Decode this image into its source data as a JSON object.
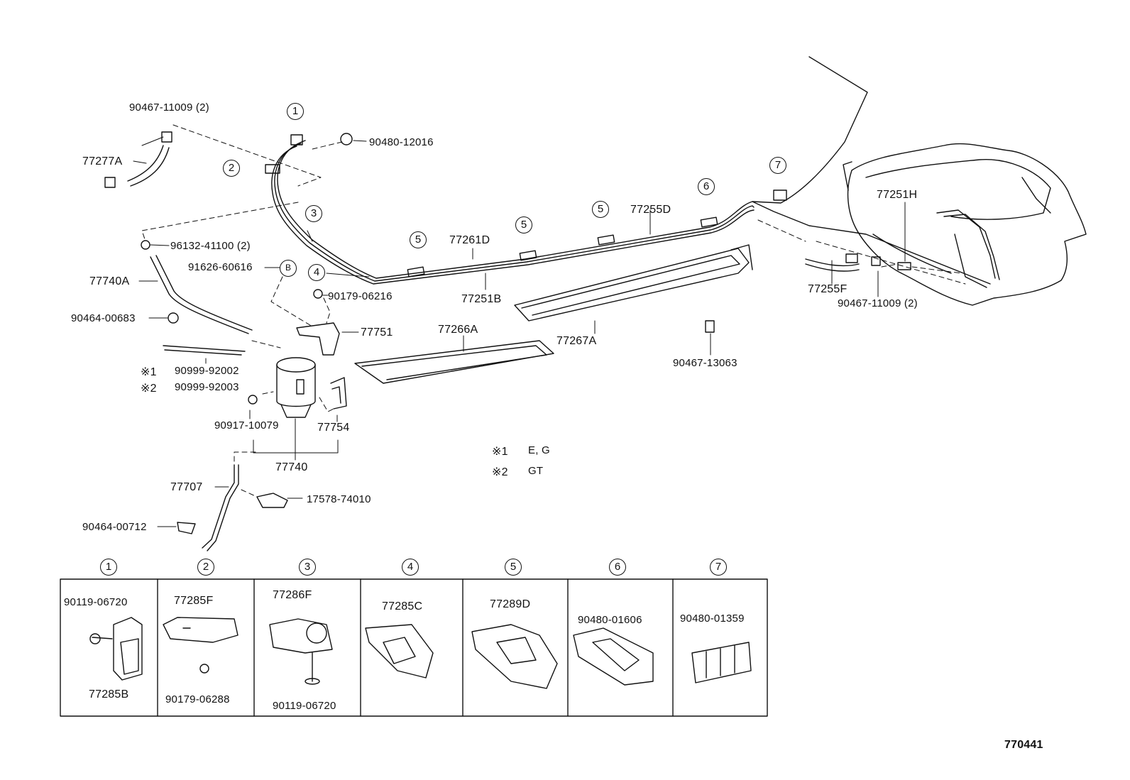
{
  "diagram": {
    "figure_id": "770441",
    "labels": {
      "p90467_11009_top": "90467-11009 (2)",
      "p90480_12016": "90480-12016",
      "p77277A": "77277A",
      "p96132_41100": "96132-41100 (2)",
      "p91626_60616": "91626-60616",
      "p77740A": "77740A",
      "p90464_00683": "90464-00683",
      "p90179_06216": "90179-06216",
      "p77751": "77751",
      "p90999_92002": "90999-92002",
      "p90999_92003": "90999-92003",
      "p90917_10079": "90917-10079",
      "p77754": "77754",
      "p77740": "77740",
      "p77707": "77707",
      "p17578_74010": "17578-74010",
      "p90464_00712": "90464-00712",
      "p77261D": "77261D",
      "p77251B": "77251B",
      "p77255D": "77255D",
      "p77266A": "77266A",
      "p77267A": "77267A",
      "p90467_13063": "90467-13063",
      "p77251H": "77251H",
      "p77255F": "77255F",
      "p90467_11009_right": "90467-11009 (2)"
    },
    "notes": {
      "m1": "※1",
      "m2": "※2",
      "m1_value": "E, G",
      "m2_value": "GT"
    },
    "markers": {
      "c1": "1",
      "c2": "2",
      "c3": "3",
      "c4": "4",
      "c5": "5",
      "c6": "6",
      "c7": "7",
      "cB": "B"
    },
    "detail_panels": [
      {
        "num": "1",
        "parts": [
          "90119-06720",
          "77285B"
        ]
      },
      {
        "num": "2",
        "parts": [
          "77285F",
          "90179-06288"
        ]
      },
      {
        "num": "3",
        "parts": [
          "77286F",
          "90119-06720"
        ]
      },
      {
        "num": "4",
        "parts": [
          "77285C"
        ]
      },
      {
        "num": "5",
        "parts": [
          "77289D"
        ]
      },
      {
        "num": "6",
        "parts": [
          "90480-01606"
        ]
      },
      {
        "num": "7",
        "parts": [
          "90480-01359"
        ]
      }
    ]
  }
}
